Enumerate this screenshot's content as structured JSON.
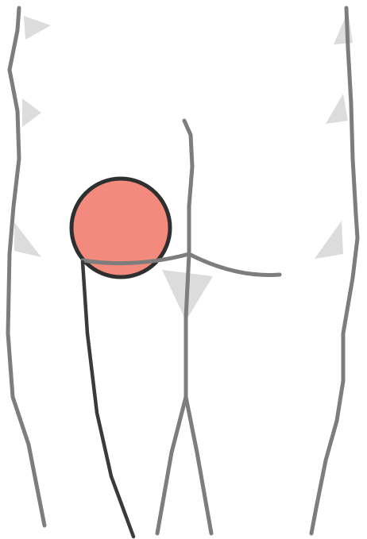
{
  "diagram": {
    "type": "anatomical-outline",
    "colors": {
      "background": "#ffffff",
      "outline": "#7d7d7d",
      "shade": "#dcdcdc",
      "marker_fill": "#f28a7e",
      "marker_stroke": "#2f2f2f",
      "tube": "#3a3a3a"
    },
    "elements": [
      {
        "name": "left-body-outline"
      },
      {
        "name": "right-body-outline"
      },
      {
        "name": "inner-leg-left-outline"
      },
      {
        "name": "inner-leg-right-outline"
      },
      {
        "name": "crease-line"
      },
      {
        "name": "highlight-circle"
      },
      {
        "name": "tube-line"
      },
      {
        "name": "shade-triangle-left-1"
      },
      {
        "name": "shade-triangle-left-2"
      },
      {
        "name": "shade-triangle-left-3"
      },
      {
        "name": "shade-triangle-right-1"
      },
      {
        "name": "shade-triangle-right-2"
      },
      {
        "name": "shade-triangle-right-3"
      },
      {
        "name": "shade-triangle-center"
      }
    ]
  }
}
